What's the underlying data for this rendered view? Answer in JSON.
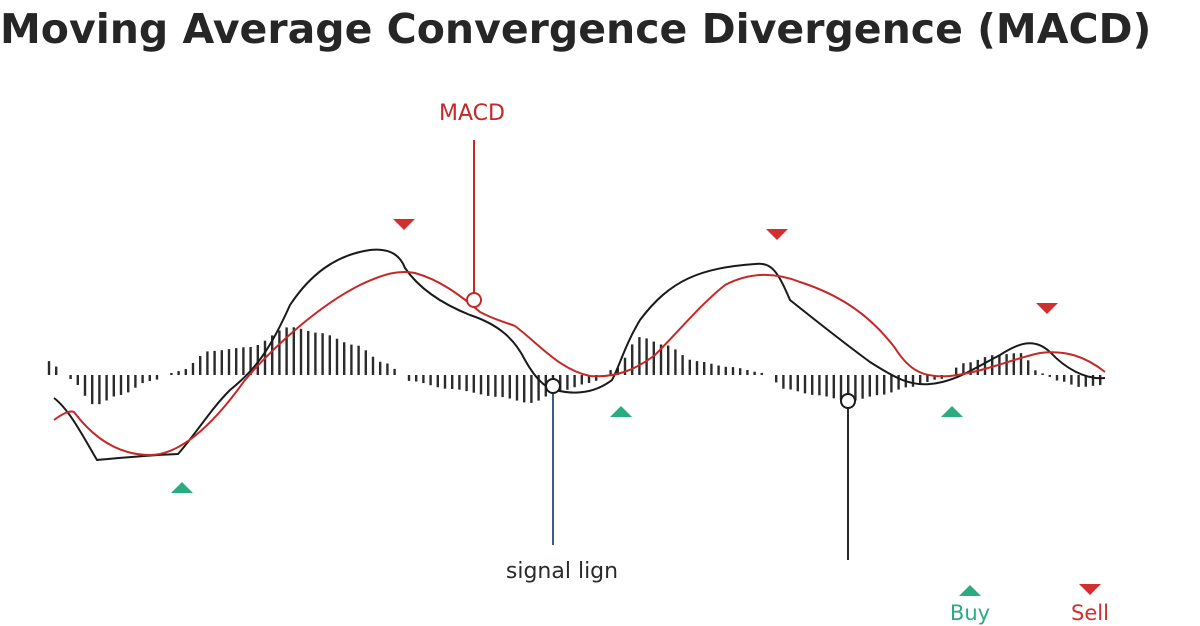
{
  "title": "Moving Average Convergence Divergence (MACD)",
  "callouts": {
    "macd": "MACD",
    "signal": "signal lign"
  },
  "legend": {
    "buy": "Buy",
    "sell": "Sell"
  },
  "colors": {
    "title": "#262626",
    "macd_line": "#c62828",
    "signal_line": "#1a1a1a",
    "histogram": "#2b2b2b",
    "buy": "#2bab80",
    "sell": "#d32f2f",
    "signal_callout": "#3b5a8a"
  },
  "icons": {
    "buy": "triangle-up-icon",
    "sell": "triangle-down-icon"
  }
}
